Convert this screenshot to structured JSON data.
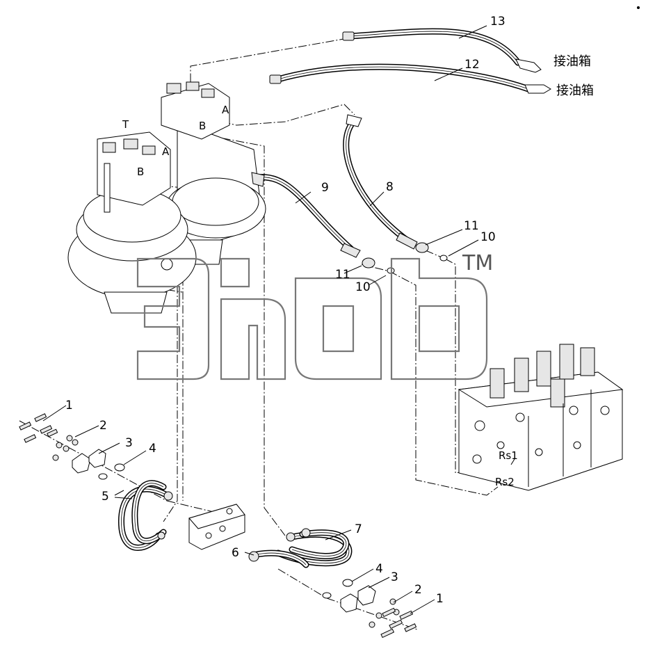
{
  "callouts": {
    "c1a": "1",
    "c2a": "2",
    "c3a": "3",
    "c4a": "4",
    "c5": "5",
    "c6": "6",
    "c7": "7",
    "c8": "8",
    "c9": "9",
    "c10a": "10",
    "c10b": "10",
    "c11a": "11",
    "c11b": "11",
    "c12": "12",
    "c13": "13",
    "c4b": "4",
    "c3b": "3",
    "c2b": "2",
    "c1b": "1"
  },
  "labels": {
    "tank_13": "接油箱",
    "tank_12": "接油箱"
  },
  "ports": {
    "motor1_T": "T",
    "motor1_A": "A",
    "motor1_B": "B",
    "motor2_A": "A",
    "motor2_B": "B",
    "valve_rs1": "Rs1",
    "valve_rs2": "Rs2"
  },
  "watermark": {
    "mark": "TM",
    "logo": "logo-outline-icon"
  },
  "colors": {
    "line": "#000000",
    "background": "#ffffff",
    "watermark": "#777777"
  }
}
